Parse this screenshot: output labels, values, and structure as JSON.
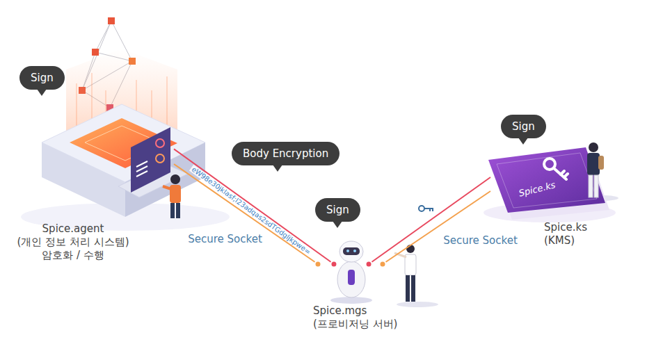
{
  "diagram": {
    "nodes": [
      {
        "text": [
          "Sign"
        ]
      },
      {
        "text": [
          "Sign"
        ]
      },
      {
        "text": [
          "Body Encryption"
        ]
      },
      {
        "text": [
          "Sign"
        ]
      },
      {
        "text": [
          "Spice.agent",
          "(개인 정보 처리 시스템)",
          "암호화 / 수행"
        ]
      },
      {
        "text": [
          "Spice.ks",
          "(KMS)"
        ]
      },
      {
        "text": [
          "Spice.mgs",
          "(프로비저닝 서버)"
        ]
      }
    ],
    "edges": [
      {
        "from": 4,
        "to": 6,
        "arrow": "none",
        "label": "eW98e30jklasf;l23adqas2sdTGdgljkpwe="
      },
      {
        "from": 4,
        "to": 6,
        "arrow": "none",
        "label": "Secure Socket"
      },
      {
        "from": 6,
        "to": 5,
        "arrow": "none"
      },
      {
        "from": 6,
        "to": 5,
        "arrow": "none",
        "label": "Secure Socket"
      }
    ],
    "labels": [
      "Spice.ks"
    ]
  }
}
